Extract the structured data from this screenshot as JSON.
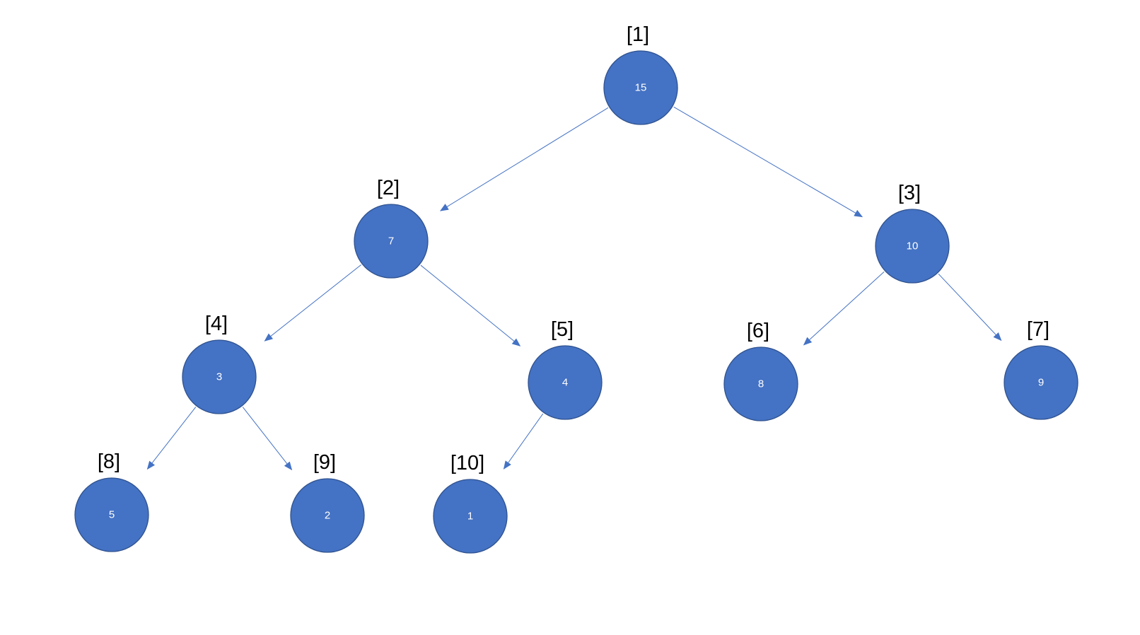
{
  "colors": {
    "node_fill": "#4472c4",
    "edge": "#4472c4",
    "value_text": "#ffffff",
    "index_text": "#000000"
  },
  "nodes": [
    {
      "index": "[1]",
      "value": "15"
    },
    {
      "index": "[2]",
      "value": "7"
    },
    {
      "index": "[3]",
      "value": "10"
    },
    {
      "index": "[4]",
      "value": "3"
    },
    {
      "index": "[5]",
      "value": "4"
    },
    {
      "index": "[6]",
      "value": "8"
    },
    {
      "index": "[7]",
      "value": "9"
    },
    {
      "index": "[8]",
      "value": "5"
    },
    {
      "index": "[9]",
      "value": "2"
    },
    {
      "index": "[10]",
      "value": "1"
    }
  ],
  "edges": [
    {
      "from": "[1]",
      "to": "[2]"
    },
    {
      "from": "[1]",
      "to": "[3]"
    },
    {
      "from": "[2]",
      "to": "[4]"
    },
    {
      "from": "[2]",
      "to": "[5]"
    },
    {
      "from": "[3]",
      "to": "[6]"
    },
    {
      "from": "[3]",
      "to": "[7]"
    },
    {
      "from": "[4]",
      "to": "[8]"
    },
    {
      "from": "[4]",
      "to": "[9]"
    },
    {
      "from": "[5]",
      "to": "[10]"
    }
  ]
}
